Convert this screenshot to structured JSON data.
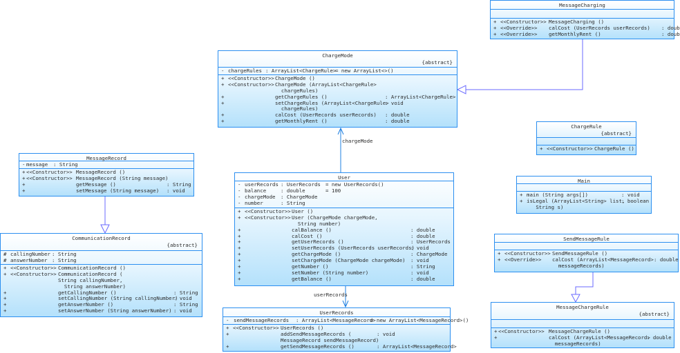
{
  "colors": {
    "border": "#2a8ef0",
    "generalization": "#6a6aff",
    "association": "#1e7fe0"
  },
  "classes": [
    {
      "id": "MessageCharging",
      "name": "MessageCharging",
      "abstract": "",
      "attributes": [],
      "methods": [
        [
          "+",
          "<<Constructor>>",
          "MessageCharging ()",
          ""
        ],
        [
          "+",
          "<<Override>>",
          "calCost (UserRecords userRecords)",
          ": double"
        ],
        [
          "+",
          "<<Override>>",
          "getMonthlyRent ()",
          ": double"
        ]
      ]
    },
    {
      "id": "ChargeMode",
      "name": "ChargeMode",
      "abstract": "{abstract}",
      "attributes": [
        [
          "-",
          "chargeRules",
          ": ArrayList<ChargeRule>",
          "= new ArrayList<>()"
        ]
      ],
      "methods": [
        [
          "+",
          "<<Constructor>>",
          "ChargeMode ()",
          ""
        ],
        [
          "+",
          "<<Constructor>>",
          "ChargeMode (ArrayList<ChargeRule>",
          ""
        ],
        [
          "",
          "",
          "  chargeRules)",
          ""
        ],
        [
          "+",
          "",
          "getChargeRules ()",
          ": ArrayList<ChargeRule>"
        ],
        [
          "+",
          "",
          "setChargeRules (ArrayList<ChargeRule>",
          ": void"
        ],
        [
          "",
          "",
          "  chargeRules)",
          ""
        ],
        [
          "+",
          "",
          "calCost (UserRecords userRecords)",
          ": double"
        ],
        [
          "+",
          "",
          "getMonthlyRent ()",
          ": double"
        ]
      ]
    },
    {
      "id": "ChargeRule",
      "name": "ChargeRule",
      "abstract": "{abstract}",
      "attributes": [],
      "methods": [
        [
          "+",
          "<<Constructor>>",
          "ChargeRule ()",
          ""
        ]
      ]
    },
    {
      "id": "Main",
      "name": "Main",
      "abstract": "",
      "attributes": [],
      "methods": [
        [
          "+",
          "",
          "main (String args[])",
          ": void"
        ],
        [
          "+",
          "",
          "isLegal (ArrayList<String> list,",
          ": boolean"
        ],
        [
          "",
          "",
          "   String s)",
          ""
        ]
      ]
    },
    {
      "id": "MessageRecord",
      "name": "MessageRecord",
      "abstract": "",
      "attributes": [
        [
          "-",
          "message",
          ": String",
          ""
        ]
      ],
      "methods": [
        [
          "+",
          "<<Constructor>>",
          "MessageRecord ()",
          ""
        ],
        [
          "+",
          "<<Constructor>>",
          "MessageRecord (String message)",
          ""
        ],
        [
          "+",
          "",
          "getMessage ()",
          ": String"
        ],
        [
          "+",
          "",
          "setMessage (String message)",
          ": void"
        ]
      ]
    },
    {
      "id": "User",
      "name": "User",
      "abstract": "",
      "attributes": [
        [
          "-",
          "userRecords",
          ": UserRecords",
          "= new UserRecords()"
        ],
        [
          "-",
          "balance",
          ": double",
          "= 100"
        ],
        [
          "-",
          "chargeMode",
          ": ChargeMode",
          ""
        ],
        [
          "-",
          "number",
          ": String",
          ""
        ]
      ],
      "methods": [
        [
          "+",
          "<<Constructor>>",
          "User ()",
          ""
        ],
        [
          "+",
          "<<Constructor>>",
          "User (ChargeMode chargeMode,",
          ""
        ],
        [
          "",
          "",
          "  String number)",
          ""
        ],
        [
          "+",
          "",
          "calBalance ()",
          ": double"
        ],
        [
          "+",
          "",
          "calCost ()",
          ": double"
        ],
        [
          "+",
          "",
          "getUserRecords ()",
          ": UserRecords"
        ],
        [
          "+",
          "",
          "setUserRecords (UserRecords userRecords)",
          ": void"
        ],
        [
          "+",
          "",
          "getChargeMode ()",
          ": ChargeMode"
        ],
        [
          "+",
          "",
          "setChargeMode (ChargeMode chargeMode)",
          ": void"
        ],
        [
          "+",
          "",
          "getNumber ()",
          ": String"
        ],
        [
          "+",
          "",
          "setNumber (String number)",
          ": void"
        ],
        [
          "+",
          "",
          "getBalance ()",
          ": double"
        ]
      ]
    },
    {
      "id": "CommunicationRecord",
      "name": "CommunicationRecord",
      "abstract": "{abstract}",
      "attributes": [
        [
          "#",
          "callingNumber",
          ": String",
          ""
        ],
        [
          "#",
          "answerNumber",
          ": String",
          ""
        ]
      ],
      "methods": [
        [
          "+",
          "<<Constructor>>",
          "CommunicationRecord ()",
          ""
        ],
        [
          "+",
          "<<Constructor>>",
          "CommunicationRecord (",
          ""
        ],
        [
          "",
          "",
          "String callingNumber,",
          ""
        ],
        [
          "",
          "",
          "  String answerNumber)",
          ""
        ],
        [
          "+",
          "",
          "getCallingNumber ()",
          ": String"
        ],
        [
          "+",
          "",
          "setCallingNumber (String callingNumber)",
          ": void"
        ],
        [
          "+",
          "",
          "getAnswerNumber ()",
          ": String"
        ],
        [
          "+",
          "",
          "setAnswerNumber (String answerNumber)",
          ": void"
        ]
      ]
    },
    {
      "id": "SendMessageRule",
      "name": "SendMessageRule",
      "abstract": "",
      "attributes": [],
      "methods": [
        [
          "+",
          "<<Constructor>>",
          "SendMessageRule ()",
          ""
        ],
        [
          "+",
          "<<Override>>",
          "calCost (ArrayList<MessageRecord>",
          ": double"
        ],
        [
          "",
          "",
          "  messageRecords)",
          ""
        ]
      ]
    },
    {
      "id": "MessageChargeRule",
      "name": "MessageChargeRule",
      "abstract": "{abstract}",
      "attributes": [],
      "methods": [
        [
          "+",
          "<<Constructor>>",
          "MessageChargeRule ()",
          ""
        ],
        [
          "+",
          "",
          "calCost (ArrayList<MessageRecord>",
          ": double"
        ],
        [
          "",
          "",
          "  messageRecords)",
          ""
        ]
      ]
    },
    {
      "id": "UserRecords",
      "name": "UserRecords",
      "abstract": "",
      "attributes": [
        [
          "-",
          "sendMessageRecords",
          ": ArrayList<MessageRecord>",
          "= new ArrayList<MessageRecord>()"
        ]
      ],
      "methods": [
        [
          "+",
          "<<Constructor>>",
          "UserRecords ()",
          ""
        ],
        [
          "+",
          "",
          "addSendMessageRecords (",
          ": void"
        ],
        [
          "",
          "",
          "MessageRecord sendMessageRecord)",
          ""
        ],
        [
          "+",
          "",
          "getSendMessageRecords ()",
          ": ArrayList<MessageRecord>"
        ]
      ]
    }
  ],
  "relations": [
    {
      "type": "generalization",
      "from": "MessageCharging",
      "to": "ChargeMode",
      "label": ""
    },
    {
      "type": "association",
      "from": "User",
      "to": "ChargeMode",
      "label": "chargeMode"
    },
    {
      "type": "association",
      "from": "User",
      "to": "UserRecords",
      "label": "userRecords"
    },
    {
      "type": "generalization",
      "from": "MessageRecord",
      "to": "CommunicationRecord",
      "label": ""
    },
    {
      "type": "generalization",
      "from": "SendMessageRule",
      "to": "MessageChargeRule",
      "label": ""
    }
  ]
}
